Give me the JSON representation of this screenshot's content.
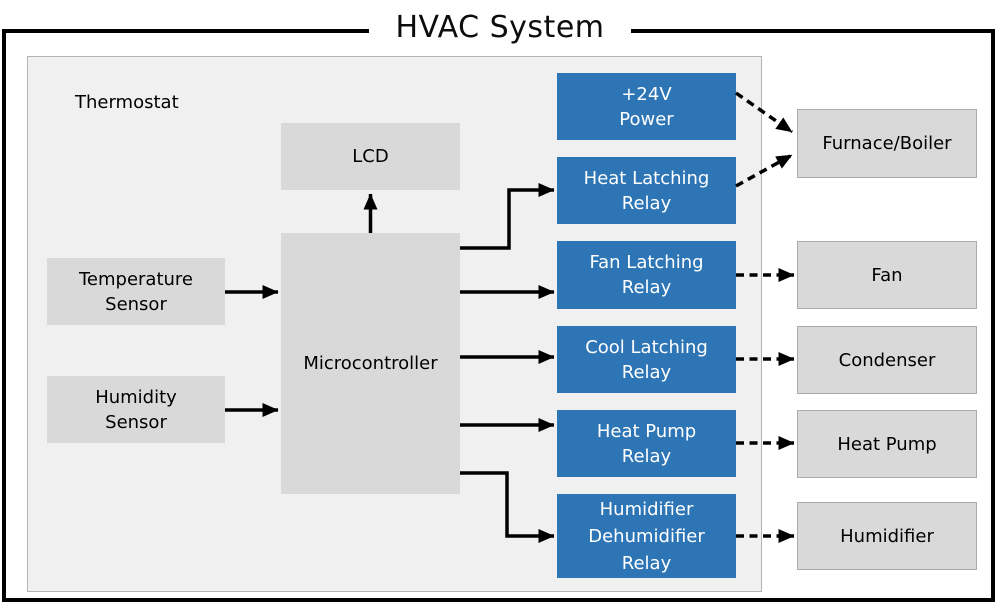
{
  "title": "HVAC System",
  "thermostat": {
    "label": "Thermostat"
  },
  "blocks": {
    "temperature_sensor": "Temperature\nSensor",
    "humidity_sensor": "Humidity\nSensor",
    "lcd": "LCD",
    "microcontroller": "Microcontroller",
    "power": "+24V\nPower",
    "heat_latching_relay": "Heat Latching\nRelay",
    "fan_latching_relay": "Fan Latching\nRelay",
    "cool_latching_relay": "Cool Latching\nRelay",
    "heat_pump_relay": "Heat Pump\nRelay",
    "humidifier_dehumidifier_relay": "Humidifier\nDehumidifier\nRelay"
  },
  "devices": {
    "furnace_boiler": "Furnace/Boiler",
    "fan": "Fan",
    "condenser": "Condenser",
    "heat_pump": "Heat Pump",
    "humidifier": "Humidifier"
  },
  "connections": [
    {
      "from": "Temperature Sensor",
      "to": "Microcontroller",
      "style": "solid"
    },
    {
      "from": "Humidity Sensor",
      "to": "Microcontroller",
      "style": "solid"
    },
    {
      "from": "Microcontroller",
      "to": "LCD",
      "style": "solid"
    },
    {
      "from": "Microcontroller",
      "to": "Heat Latching Relay",
      "style": "solid"
    },
    {
      "from": "Microcontroller",
      "to": "Fan Latching Relay",
      "style": "solid"
    },
    {
      "from": "Microcontroller",
      "to": "Cool Latching Relay",
      "style": "solid"
    },
    {
      "from": "Microcontroller",
      "to": "Heat Pump Relay",
      "style": "solid"
    },
    {
      "from": "Microcontroller",
      "to": "Humidifier Dehumidifier Relay",
      "style": "solid"
    },
    {
      "from": "+24V Power",
      "to": "Furnace/Boiler",
      "style": "dashed"
    },
    {
      "from": "Heat Latching Relay",
      "to": "Furnace/Boiler",
      "style": "dashed"
    },
    {
      "from": "Fan Latching Relay",
      "to": "Fan",
      "style": "dashed"
    },
    {
      "from": "Cool Latching Relay",
      "to": "Condenser",
      "style": "dashed"
    },
    {
      "from": "Heat Pump Relay",
      "to": "Heat Pump",
      "style": "dashed"
    },
    {
      "from": "Humidifier Dehumidifier Relay",
      "to": "Humidifier",
      "style": "dashed"
    }
  ],
  "colors": {
    "relay_fill": "#2E75B6",
    "relay_text": "#FFFFFF",
    "block_fill": "#D9D9D9",
    "container_fill": "#F0F0F0",
    "container_border": "#B4B4B4",
    "device_border": "#ABABAB",
    "frame_border": "#000000",
    "arrow": "#000000",
    "background": "#FFFFFF"
  }
}
